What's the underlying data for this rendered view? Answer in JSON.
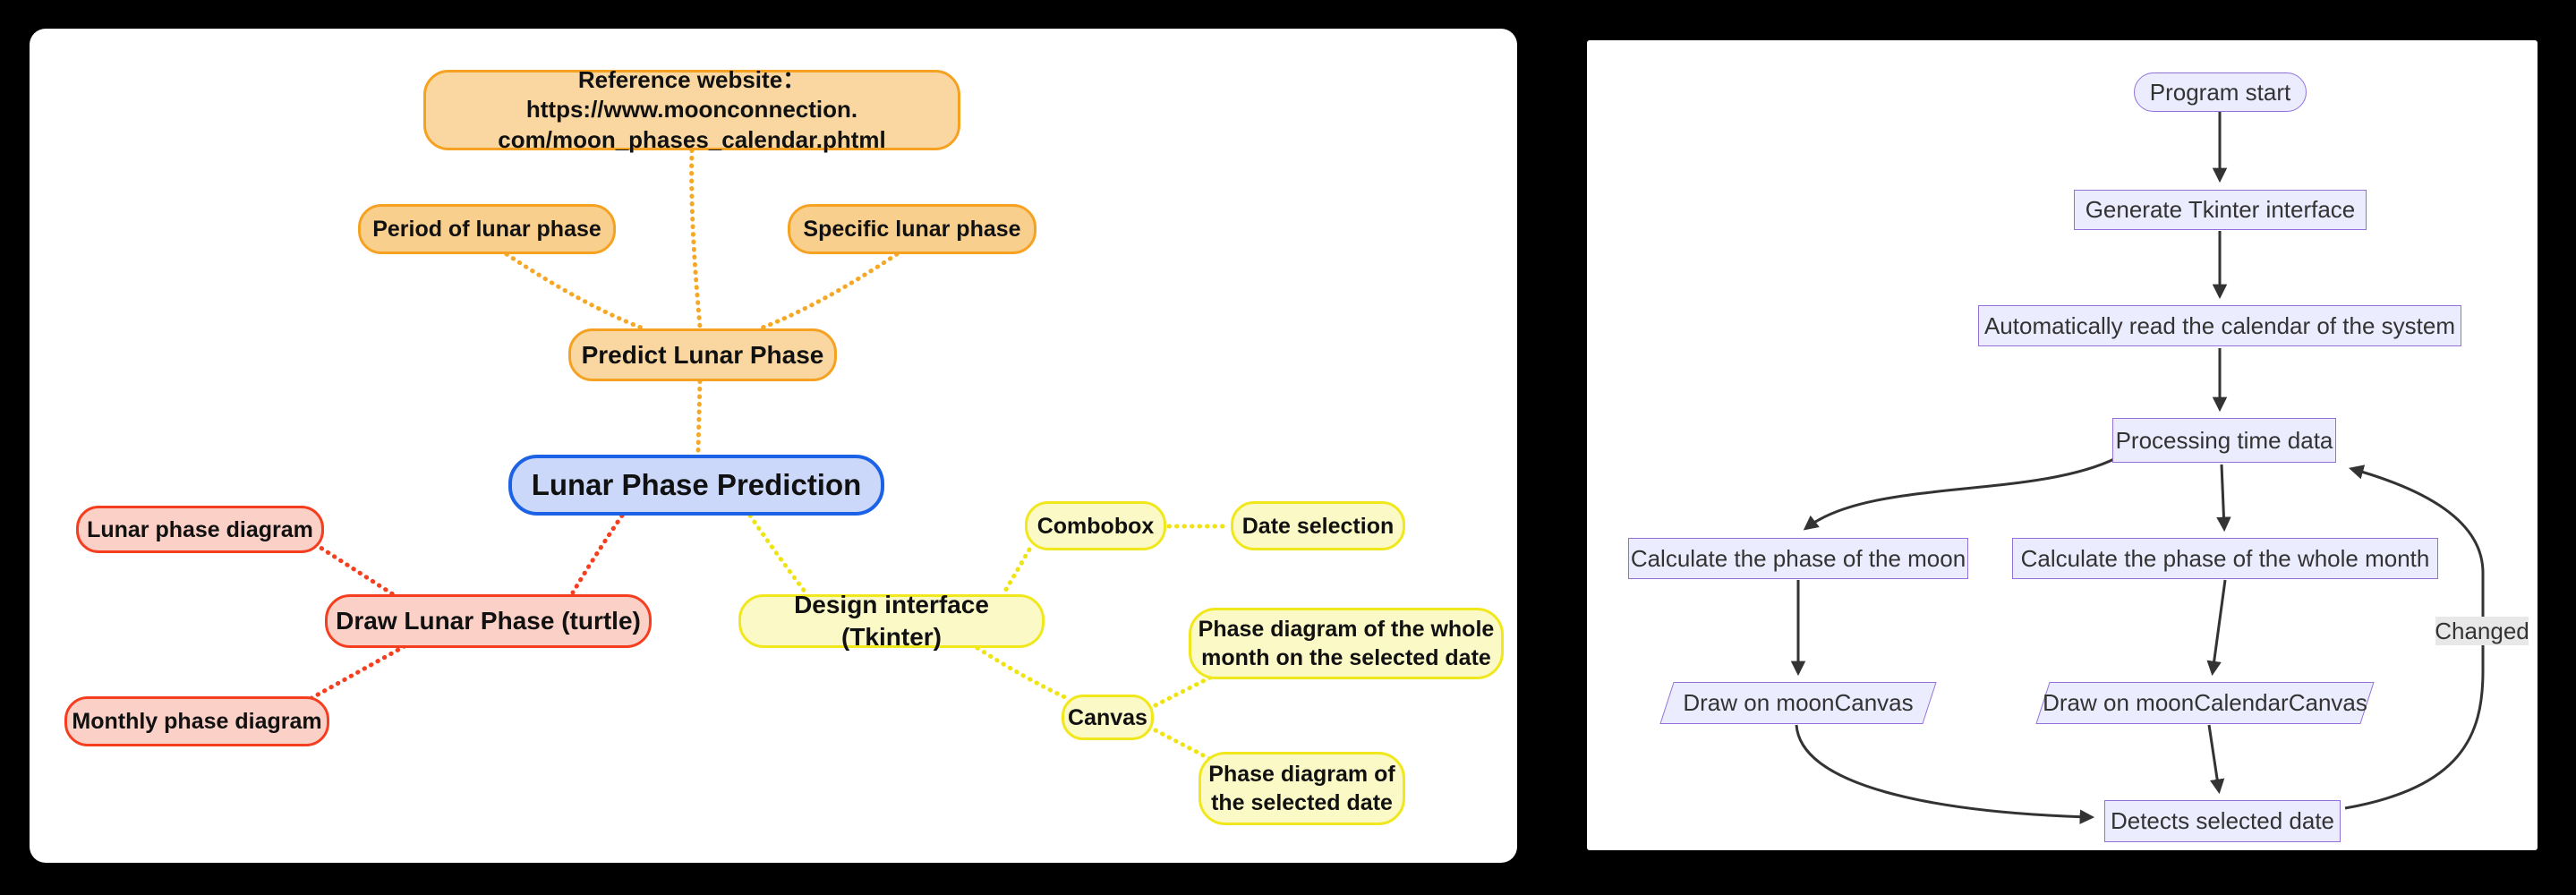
{
  "mindmap": {
    "reference": {
      "line1": "Reference website： https://www.moonconnection.",
      "line2": "com/moon_phases_calendar.phtml"
    },
    "period": {
      "label": "Period of lunar phase"
    },
    "specific": {
      "label": "Specific lunar phase"
    },
    "predict": {
      "label": "Predict Lunar Phase"
    },
    "root": {
      "label": "Lunar Phase Prediction"
    },
    "lunar_diagram": {
      "label": "Lunar phase diagram"
    },
    "draw": {
      "label": "Draw Lunar Phase (turtle)"
    },
    "monthly": {
      "label": "Monthly phase diagram"
    },
    "design": {
      "label": "Design interface (Tkinter)"
    },
    "combobox": {
      "label": "Combobox"
    },
    "date_selection": {
      "label": "Date selection"
    },
    "whole_month": {
      "line1": "Phase diagram of the whole",
      "line2": "month on the selected date"
    },
    "canvas": {
      "label": "Canvas"
    },
    "selected_date": {
      "line1": "Phase diagram of",
      "line2": "the selected date"
    },
    "colors": {
      "orange_border": "#F5A222",
      "orange_fill": "#FAD7A0",
      "blue_border": "#1B62E6",
      "blue_fill": "#CCD8F9",
      "red_border": "#F53E20",
      "red_fill": "#FBD1C7",
      "yellow_border": "#F0E71C",
      "yellow_fill": "#FBF9C5"
    }
  },
  "flowchart": {
    "program_start": {
      "label": "Program start"
    },
    "generate": {
      "label": "Generate Tkinter interface"
    },
    "auto_read": {
      "label": "Automatically read the calendar of the system"
    },
    "processing": {
      "label": "Processing time data"
    },
    "calc_moon": {
      "label": "Calculate the phase of the moon"
    },
    "calc_month": {
      "label": "Calculate the phase of the whole month"
    },
    "draw_moon_canvas": {
      "label": "Draw on moonCanvas"
    },
    "draw_calendar_canvas": {
      "label": "Draw on moonCalendarCanvas"
    },
    "detects": {
      "label": "Detects selected date"
    },
    "edge_label": "Changed",
    "colors": {
      "node_fill": "#ECECFF",
      "node_border": "#9370DB",
      "edge": "#333333",
      "edge_label_bg": "#E8E8E8"
    }
  }
}
